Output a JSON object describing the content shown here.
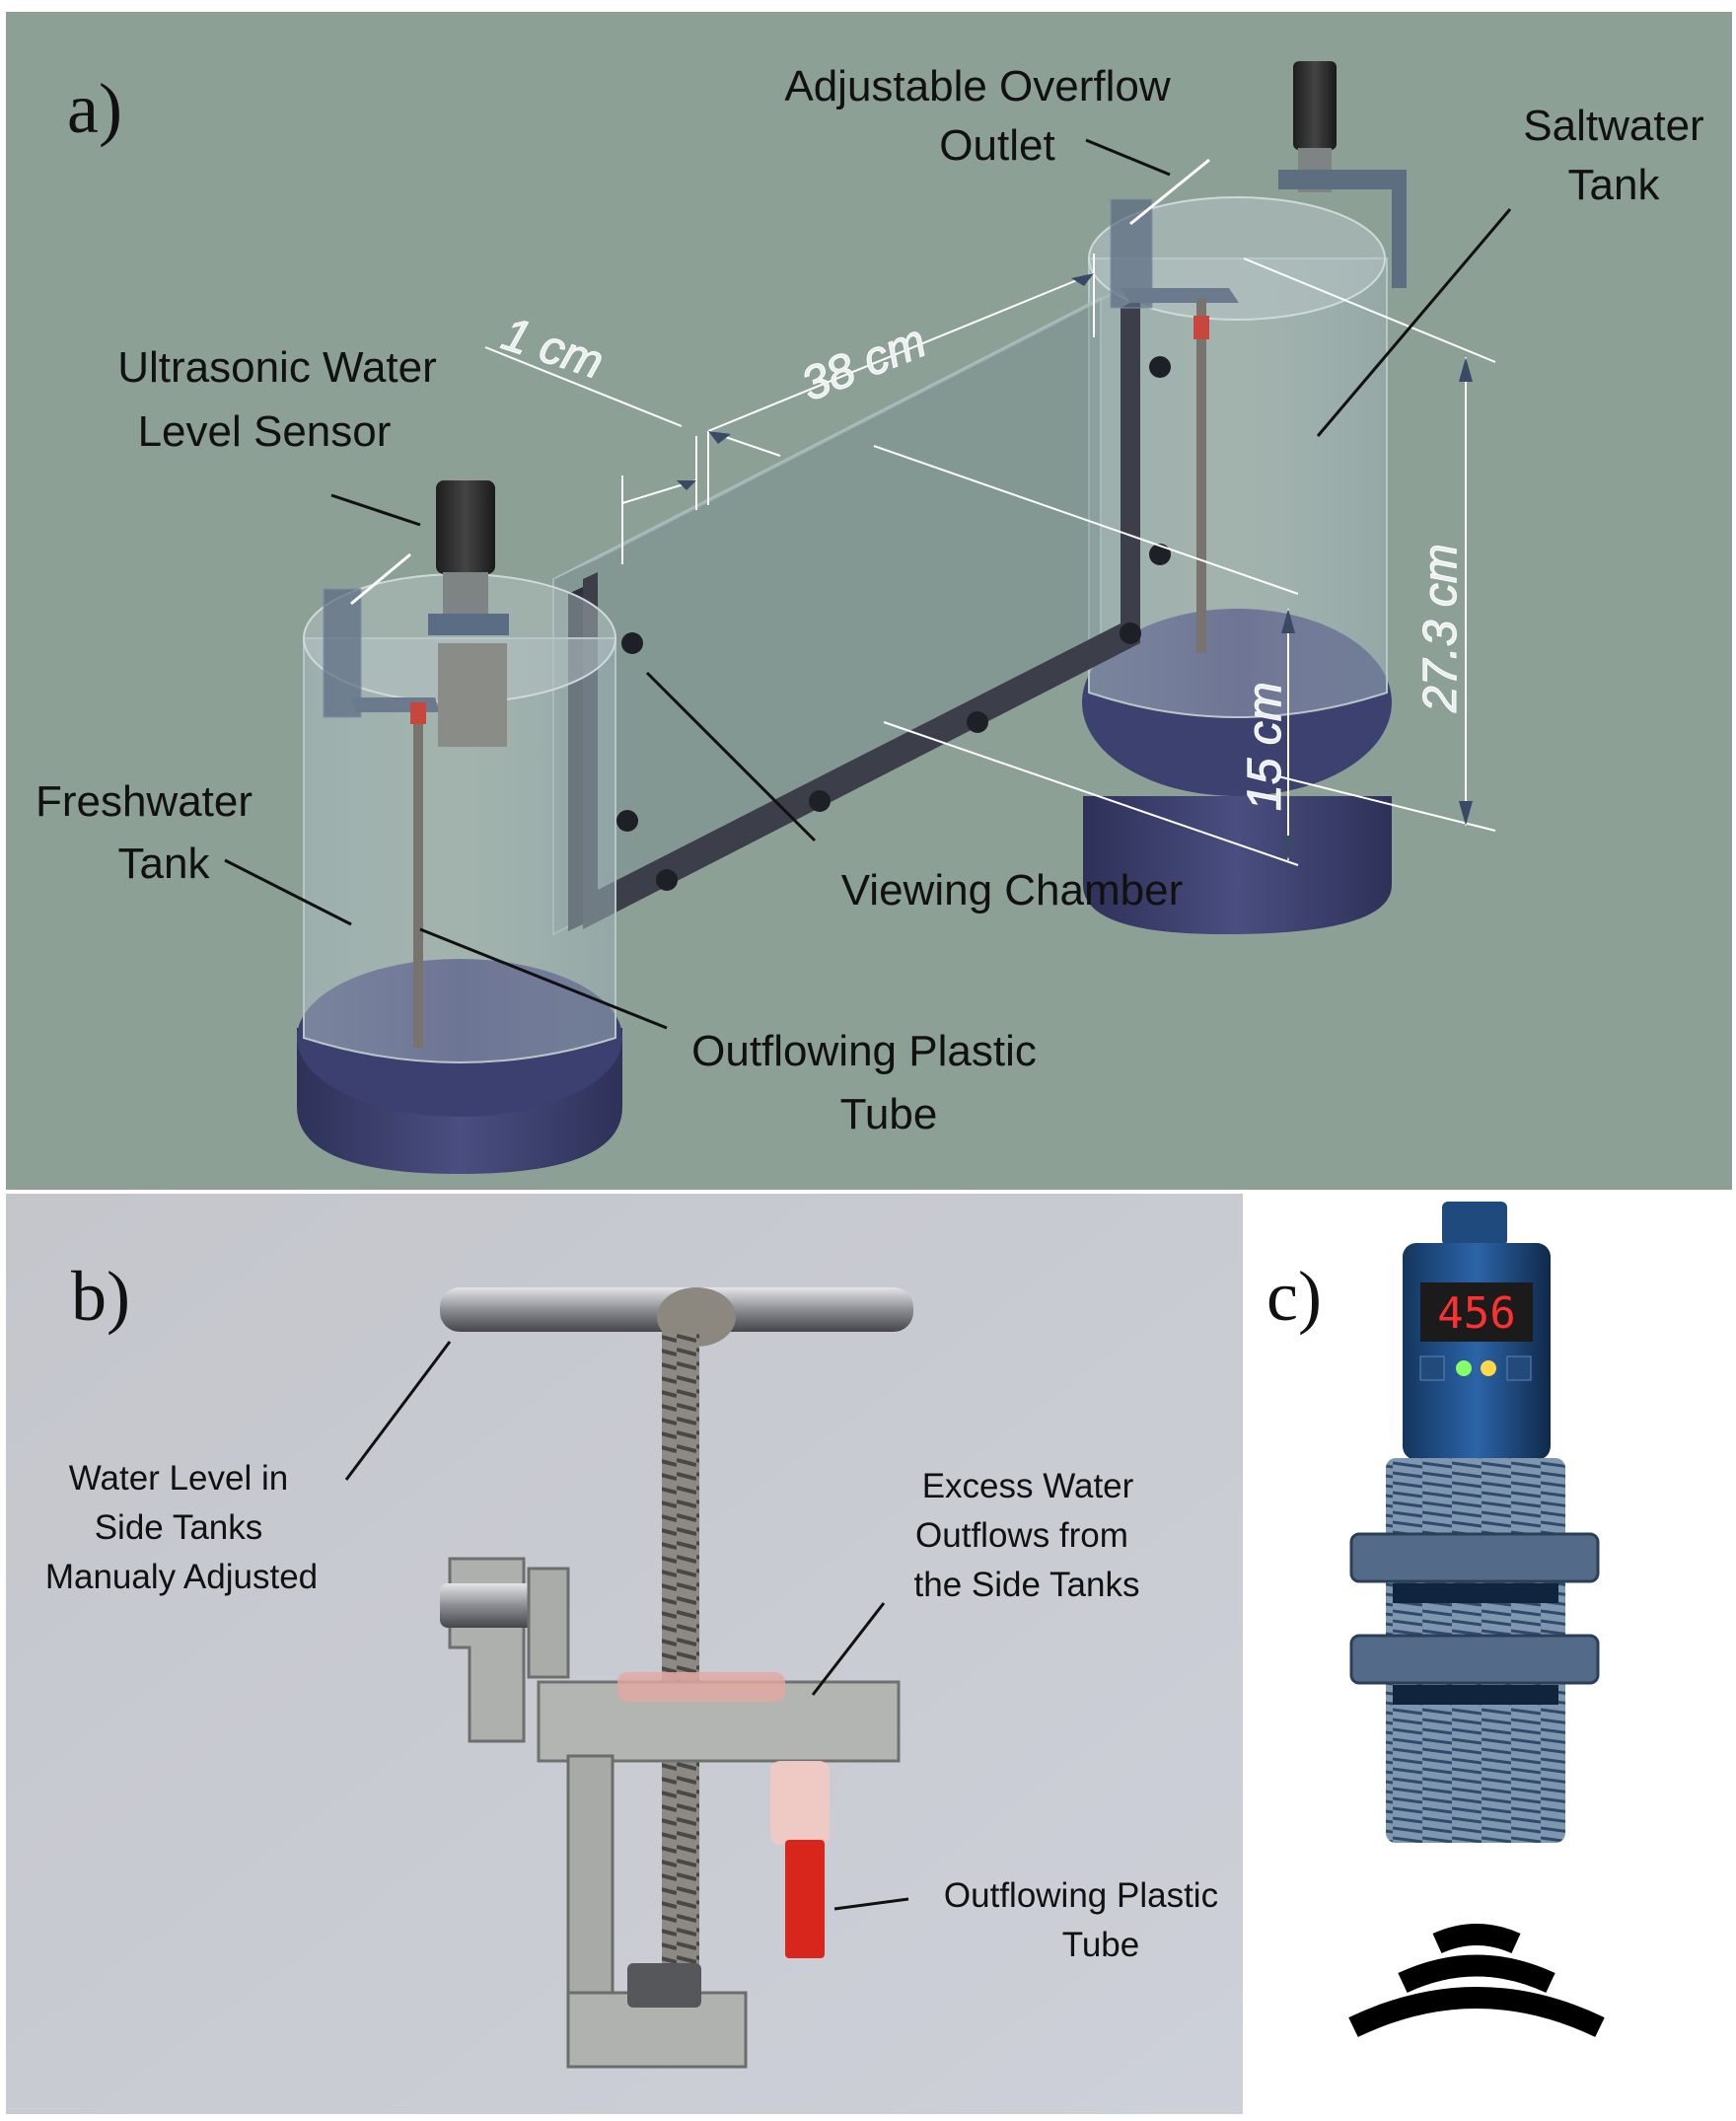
{
  "panels": {
    "a": {
      "letter": "a)",
      "labels": {
        "overflow_line1": "Adjustable Overflow",
        "overflow_line2": "Outlet",
        "saltwater_line1": "Saltwater",
        "saltwater_line2": "Tank",
        "sensor_line1": "Ultrasonic Water",
        "sensor_line2": "Level Sensor",
        "fresh_line1": "Freshwater",
        "fresh_line2": "Tank",
        "viewing": "Viewing Chamber",
        "tube_line1": "Outflowing Plastic",
        "tube_line2": "Tube"
      },
      "dimensions": {
        "gap": "1 cm",
        "length": "38 cm",
        "tank_height": "27.3 cm",
        "chamber_height": "15 cm"
      }
    },
    "b": {
      "letter": "b)",
      "labels": {
        "level_line1": "Water Level in",
        "level_line2": "Side Tanks",
        "level_line3": "Manualy Adjusted",
        "excess_line1": "Excess Water",
        "excess_line2": "Outflows from",
        "excess_line3": "the Side Tanks",
        "tube_line1": "Outflowing Plastic",
        "tube_line2": "Tube"
      }
    },
    "c": {
      "letter": "c)",
      "display": "456"
    }
  },
  "colors": {
    "panel_a_bg": "#8da096",
    "tank_base": "#3b3e68",
    "panel_b_bg": "#c5c8cf",
    "red_tube": "#d8261c",
    "sensor_blue": "#1f4e88",
    "led_red": "#ff3030"
  }
}
